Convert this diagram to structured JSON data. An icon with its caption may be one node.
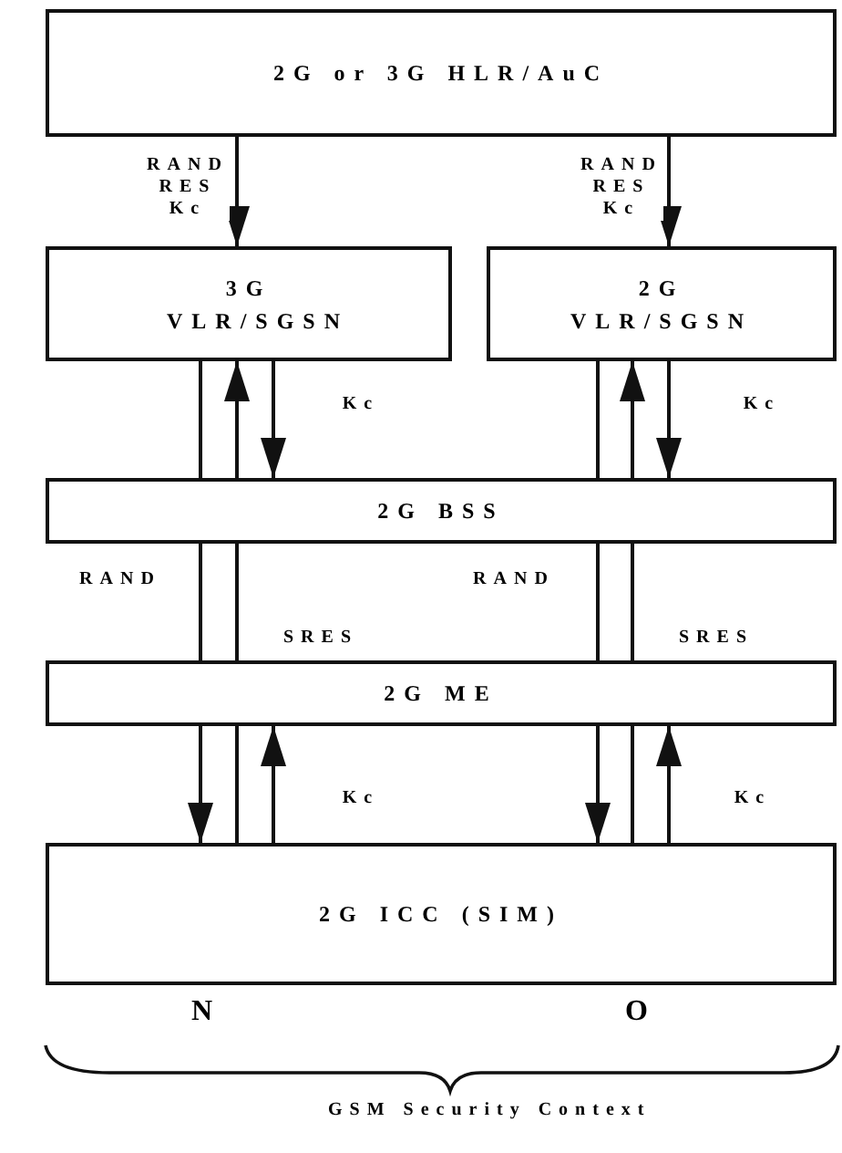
{
  "diagram": {
    "nodes": [
      {
        "text": [
          "2G or 3G HLR/AuC"
        ]
      },
      {
        "text": [
          "3G VLR/SGSN"
        ]
      },
      {
        "text": [
          "2G VLR/SGSN"
        ]
      },
      {
        "text": [
          "2G BSS"
        ]
      },
      {
        "text": [
          "2G ME"
        ]
      },
      {
        "text": [
          "2G ICC (SIM)"
        ]
      }
    ],
    "edges": [
      {
        "from": 0,
        "to": 1,
        "arrow": "to",
        "label": "RAND RES Kc"
      },
      {
        "from": 0,
        "to": 2,
        "arrow": "to",
        "label": "RAND RES Kc"
      },
      {
        "from": 1,
        "to": 3,
        "arrow": "none"
      },
      {
        "from": 3,
        "to": 4,
        "arrow": "none",
        "label": "RAND"
      },
      {
        "from": 4,
        "to": 5,
        "arrow": "to"
      },
      {
        "from": 3,
        "to": 1,
        "arrow": "to"
      },
      {
        "from": 4,
        "to": 3,
        "arrow": "none",
        "label": "SRES"
      },
      {
        "from": 5,
        "to": 4,
        "arrow": "none"
      },
      {
        "from": 1,
        "to": 3,
        "arrow": "to",
        "label": "Kc"
      },
      {
        "from": 5,
        "to": 4,
        "arrow": "to",
        "label": "Kc"
      },
      {
        "from": 2,
        "to": 3,
        "arrow": "none"
      },
      {
        "from": 3,
        "to": 4,
        "arrow": "none",
        "label": "RAND"
      },
      {
        "from": 4,
        "to": 5,
        "arrow": "to"
      },
      {
        "from": 3,
        "to": 2,
        "arrow": "to"
      },
      {
        "from": 4,
        "to": 3,
        "arrow": "none",
        "label": "SRES"
      },
      {
        "from": 5,
        "to": 4,
        "arrow": "none"
      },
      {
        "from": 2,
        "to": 3,
        "arrow": "to",
        "label": "Kc"
      },
      {
        "from": 5,
        "to": 4,
        "arrow": "to",
        "label": "Kc"
      }
    ],
    "labels": [
      "N",
      "O",
      "GSM Security Context"
    ]
  }
}
